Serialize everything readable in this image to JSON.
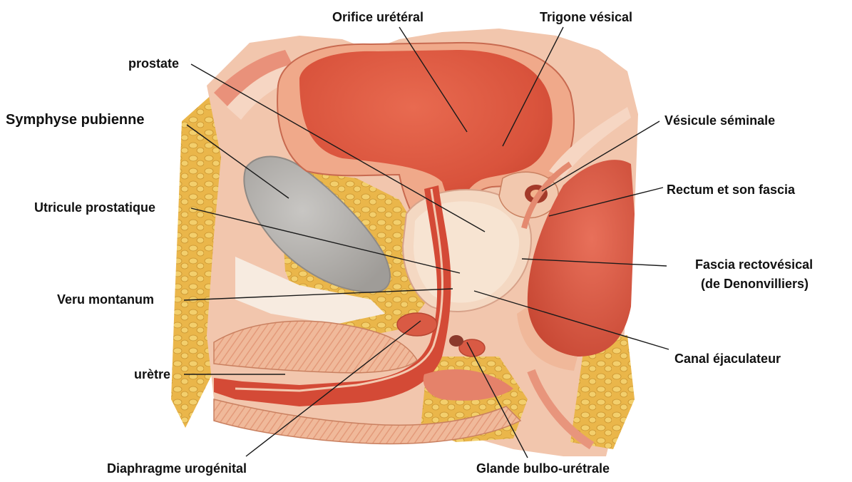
{
  "labels": {
    "orifice_ureteral": "Orifice urétéral",
    "trigone_vesical": "Trigone vésical",
    "prostate": "prostate",
    "symphyse_pubienne": "Symphyse pubienne",
    "vesicule_seminale": "Vésicule séminale",
    "rectum_fascia": "Rectum et son fascia",
    "utricule_prostatique": "Utricule prostatique",
    "fascia_rectovesical_1": "Fascia rectovésical",
    "fascia_rectovesical_2": "(de Denonvilliers)",
    "veru_montanum": "Veru montanum",
    "canal_ejaculateur": "Canal éjaculateur",
    "uretre": "urètre",
    "diaphragme_urogenital": "Diaphragme urogénital",
    "glande_bulbo_uretrale": "Glande bulbo-urétrale"
  },
  "colors": {
    "background": "#ffffff",
    "bladder": "#e0604a",
    "tissue_pink": "#f2c2a6",
    "fat_yellow": "#eab64a",
    "bone_grey": "#b9b6b2",
    "rectum_red": "#d9543e",
    "label_text": "#111111"
  }
}
